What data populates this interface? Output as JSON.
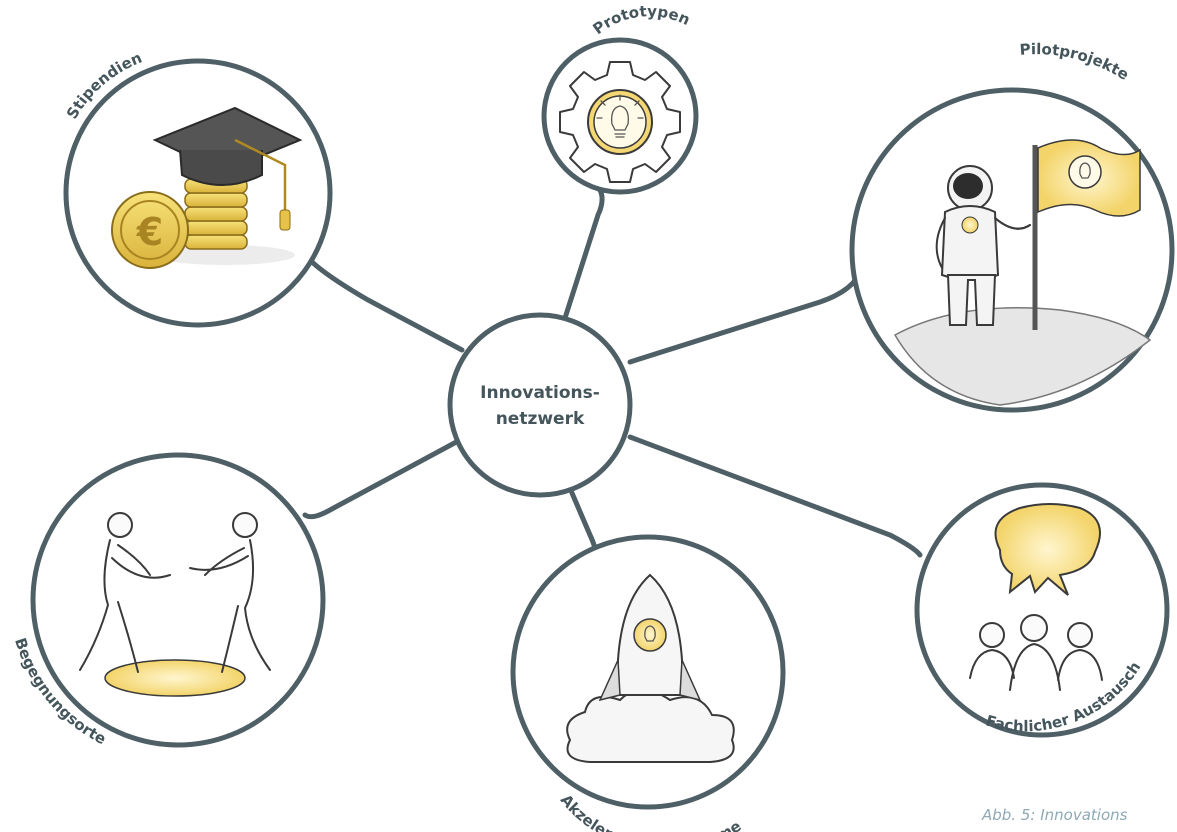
{
  "center": {
    "line1": "Innovations-",
    "line2": "netzwerk"
  },
  "nodes": {
    "stipendien": {
      "label": "Stipendien",
      "icon": "graduation-cap-coins-icon"
    },
    "prototypen": {
      "label": "Prototypen",
      "icon": "gear-lightbulb-icon"
    },
    "pilotprojekte": {
      "label": "Pilotprojekte",
      "icon": "astronaut-flag-icon"
    },
    "begegnungsorte": {
      "label": "Begegnungsorte",
      "icon": "meeting-people-icon"
    },
    "akzelerator": {
      "label": "Akzelerator-Programme",
      "icon": "rocket-launch-icon"
    },
    "austausch": {
      "label": "Fachlicher Austausch",
      "icon": "speech-bubble-people-icon"
    }
  },
  "caption": "Abb. 5: Innovations",
  "colors": {
    "line": "#4f5f66",
    "text": "#44555c",
    "accent": "#f3d46a",
    "caption": "#8fa8b5"
  }
}
